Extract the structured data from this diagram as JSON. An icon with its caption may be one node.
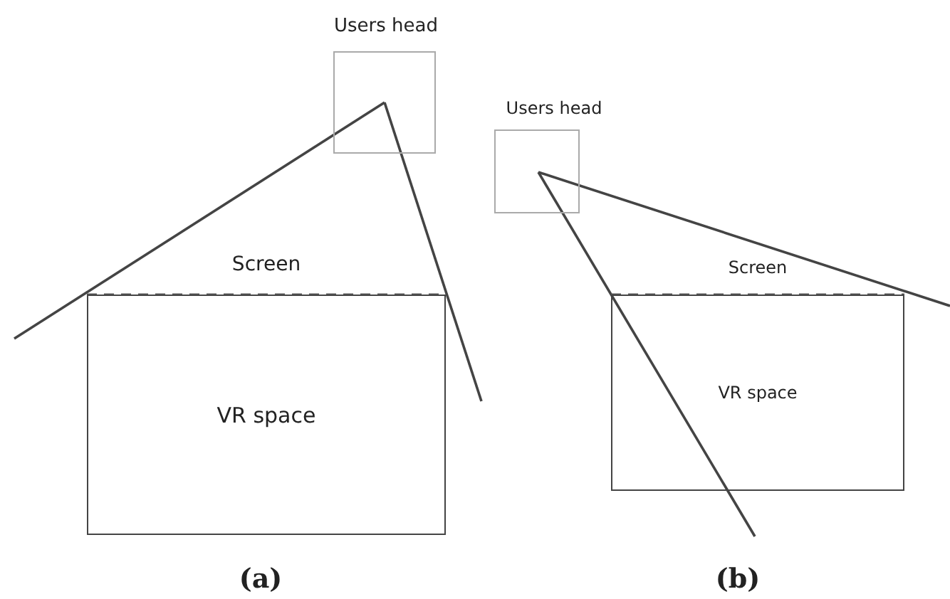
{
  "diagram": {
    "nodes": [
      {
        "text": [
          "Users head"
        ]
      },
      {
        "text": [
          "VR space"
        ]
      },
      {
        "text": [
          "Users head"
        ]
      },
      {
        "text": [
          "VR space"
        ]
      }
    ],
    "labels": [
      "Screen",
      "Screen",
      "(a)",
      "(b)"
    ]
  }
}
